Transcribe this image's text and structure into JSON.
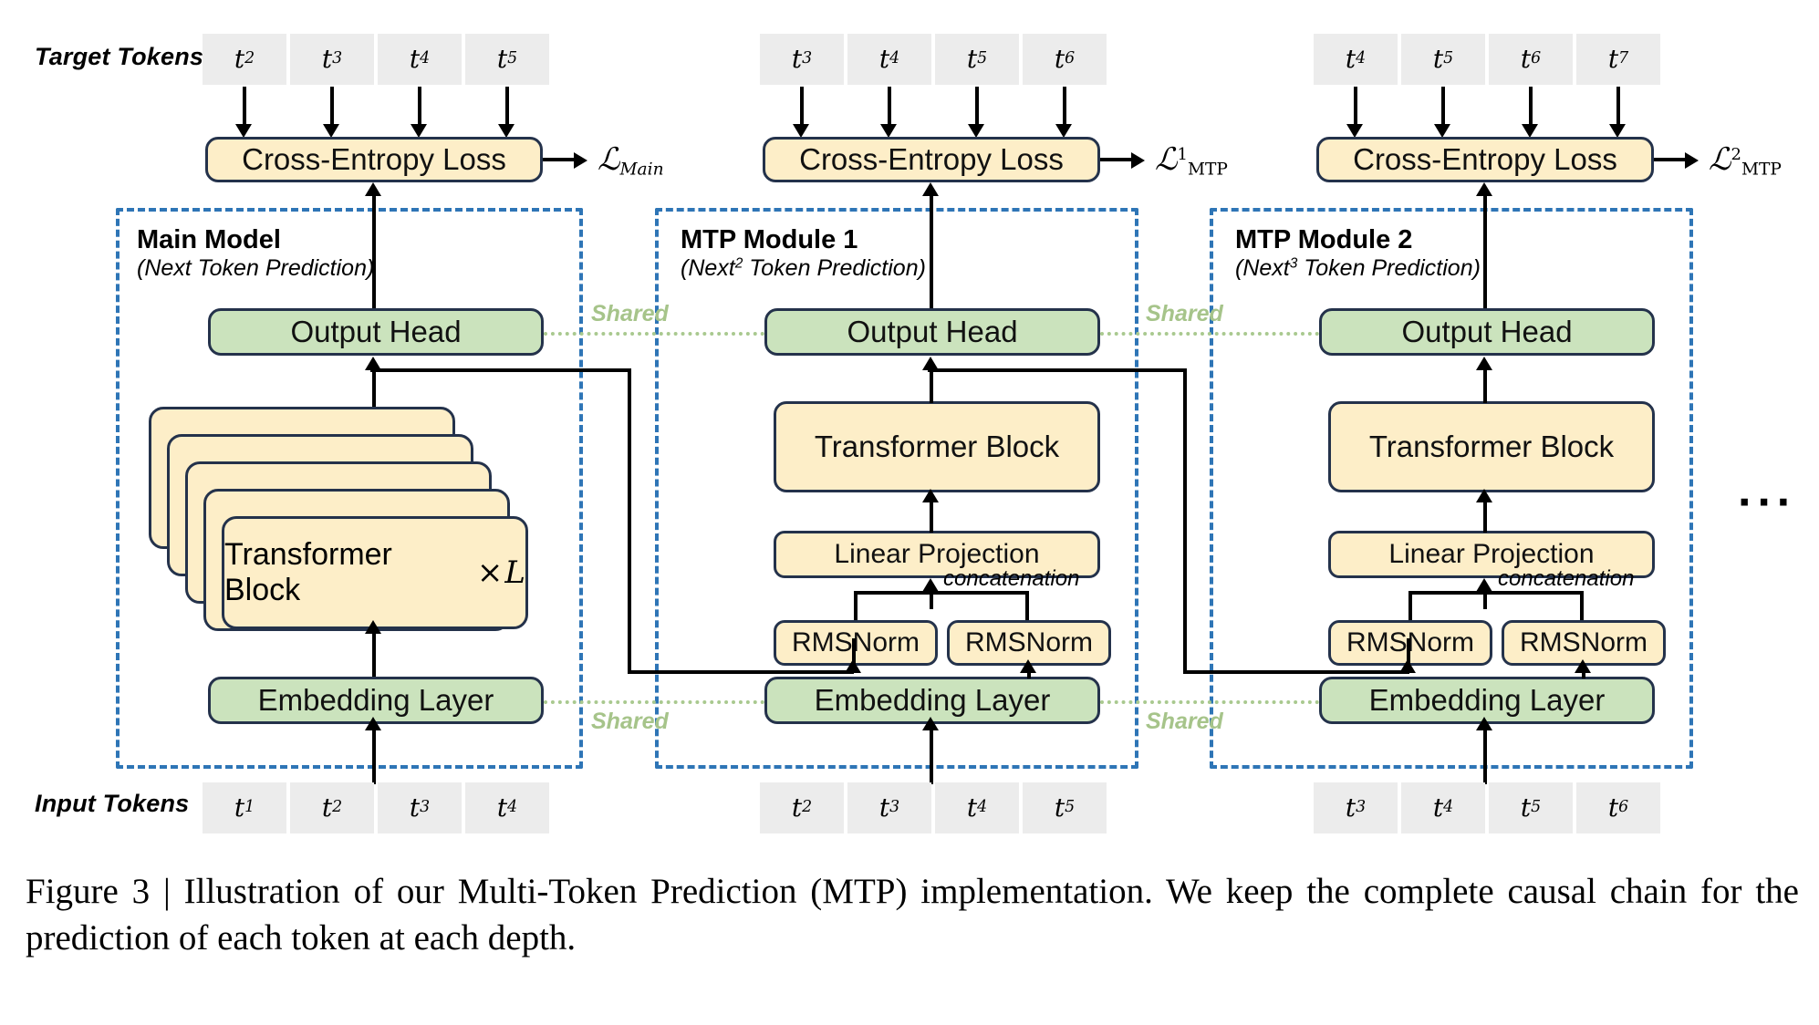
{
  "figure": {
    "row_labels": {
      "target": "Target Tokens",
      "input": "Input Tokens"
    },
    "shared_label": "Shared",
    "ellipsis": "···",
    "caption": "Figure 3 | Illustration of our Multi-Token Prediction (MTP) implementation. We keep the complete causal chain for the prediction of each token at each depth."
  },
  "columns": [
    {
      "id": "main-model",
      "title": "Main Model",
      "subtitle_prefix": "(Next",
      "subtitle_sup": "",
      "subtitle_suffix": " Token Prediction)",
      "loss_symbol": "ℒ",
      "loss_sup": "",
      "loss_sub": "Main",
      "loss_sub_style": "italic",
      "cross_entropy": "Cross-Entropy Loss",
      "output_head": "Output Head",
      "embedding": "Embedding Layer",
      "transformer_label_prefix": "Transformer Block",
      "transformer_label_mul": "×",
      "transformer_label_sym": "L",
      "target_tokens": [
        {
          "base": "t",
          "sub": "2"
        },
        {
          "base": "t",
          "sub": "3"
        },
        {
          "base": "t",
          "sub": "4"
        },
        {
          "base": "t",
          "sub": "5"
        }
      ],
      "input_tokens": [
        {
          "base": "t",
          "sub": "1"
        },
        {
          "base": "t",
          "sub": "2"
        },
        {
          "base": "t",
          "sub": "3"
        },
        {
          "base": "t",
          "sub": "4"
        }
      ]
    },
    {
      "id": "mtp-module-1",
      "title": "MTP Module 1",
      "subtitle_prefix": "(Next",
      "subtitle_sup": "2",
      "subtitle_suffix": " Token Prediction)",
      "loss_symbol": "ℒ",
      "loss_sup": "1",
      "loss_sub": "MTP",
      "loss_sub_style": "upright",
      "cross_entropy": "Cross-Entropy Loss",
      "output_head": "Output Head",
      "embedding": "Embedding Layer",
      "transformer_block": "Transformer Block",
      "linear_projection": "Linear Projection",
      "rmsnorm_left": "RMSNorm",
      "rmsnorm_right": "RMSNorm",
      "concatenation": "concatenation",
      "target_tokens": [
        {
          "base": "t",
          "sub": "3"
        },
        {
          "base": "t",
          "sub": "4"
        },
        {
          "base": "t",
          "sub": "5"
        },
        {
          "base": "t",
          "sub": "6"
        }
      ],
      "input_tokens": [
        {
          "base": "t",
          "sub": "2"
        },
        {
          "base": "t",
          "sub": "3"
        },
        {
          "base": "t",
          "sub": "4"
        },
        {
          "base": "t",
          "sub": "5"
        }
      ]
    },
    {
      "id": "mtp-module-2",
      "title": "MTP Module 2",
      "subtitle_prefix": "(Next",
      "subtitle_sup": "3",
      "subtitle_suffix": " Token Prediction)",
      "loss_symbol": "ℒ",
      "loss_sup": "2",
      "loss_sub": "MTP",
      "loss_sub_style": "upright",
      "cross_entropy": "Cross-Entropy Loss",
      "output_head": "Output Head",
      "embedding": "Embedding Layer",
      "transformer_block": "Transformer Block",
      "linear_projection": "Linear Projection",
      "rmsnorm_left": "RMSNorm",
      "rmsnorm_right": "RMSNorm",
      "concatenation": "concatenation",
      "target_tokens": [
        {
          "base": "t",
          "sub": "4"
        },
        {
          "base": "t",
          "sub": "5"
        },
        {
          "base": "t",
          "sub": "6"
        },
        {
          "base": "t",
          "sub": "7"
        }
      ],
      "input_tokens": [
        {
          "base": "t",
          "sub": "3"
        },
        {
          "base": "t",
          "sub": "4"
        },
        {
          "base": "t",
          "sub": "5"
        },
        {
          "base": "t",
          "sub": "6"
        }
      ]
    }
  ],
  "colors": {
    "box_yellow": "#fdeec8",
    "box_green": "#cbe3bd",
    "box_border": "#24324b",
    "frame_dashed": "#2e75b6",
    "token_bg": "#ececec",
    "shared_green": "#a6c48a"
  }
}
